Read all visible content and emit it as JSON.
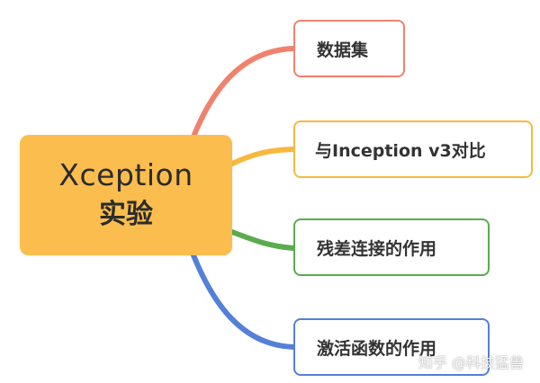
{
  "root": {
    "title_line1": "Xception",
    "title_line2": "实验",
    "color": "#fbbd4d"
  },
  "branches": [
    {
      "label": "数据集",
      "color": "#f0826d"
    },
    {
      "label": "与Inception v3对比",
      "color": "#f7b840"
    },
    {
      "label": "残差连接的作用",
      "color": "#5bab4f"
    },
    {
      "label": "激活函数的作用",
      "color": "#5480d8"
    }
  ],
  "watermark": "知乎 @科技猛兽"
}
